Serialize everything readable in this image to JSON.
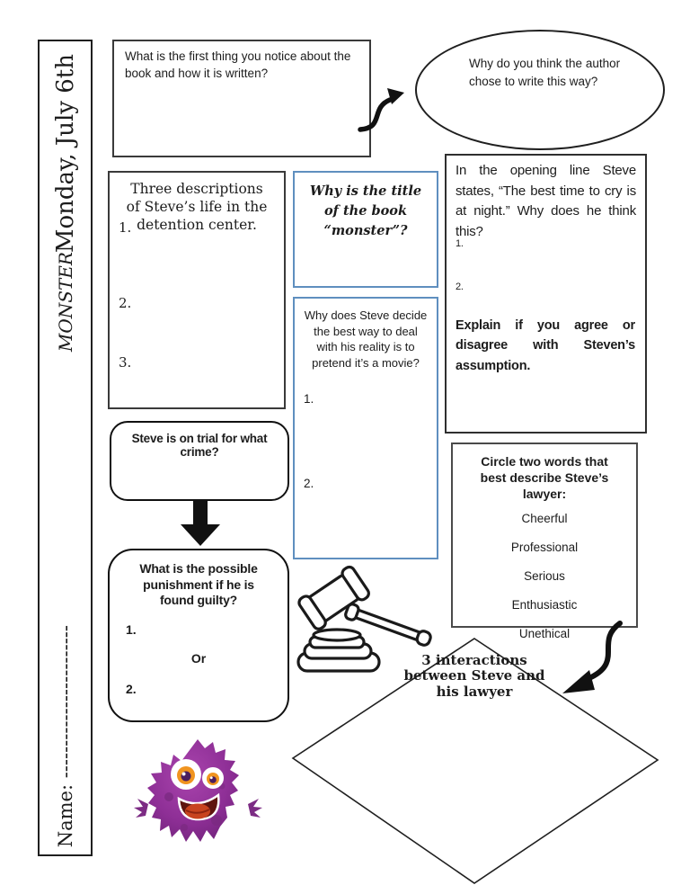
{
  "sidebar": {
    "date": "Monday, July 6th",
    "book_title": "MONSTER",
    "name_label": "Name: ------------------------"
  },
  "boxes": {
    "first_notice": {
      "text": "What is the first thing you notice about the book and how it is written?"
    },
    "author_way": {
      "text": "Why do you think the author chose to write this way?"
    },
    "detention": {
      "title": "Three descriptions of Steve’s life in the detention center.",
      "items": [
        "1.",
        "2.",
        "3."
      ]
    },
    "title_monster": {
      "text": "Why is the title of the book “monster”?"
    },
    "movie": {
      "title": "Why does Steve decide the best way to deal with his reality is to pretend it’s a movie?",
      "items": [
        "1.",
        "2."
      ]
    },
    "opening_line": {
      "question": "In the opening line Steve states, “The best time to cry is at night.” Why does he think this?",
      "items": [
        "1.",
        "2."
      ],
      "followup": "Explain if you agree or disagree with Steven’s assumption."
    },
    "trial": {
      "text": "Steve is on trial for what crime?"
    },
    "punishment": {
      "title": "What is the possible punishment if he is found guilty?",
      "item1": "1.",
      "or_label": "Or",
      "item2": "2."
    },
    "lawyer_words": {
      "title": "Circle two words that best describe Steve’s lawyer:",
      "options": [
        "Cheerful",
        "Professional",
        "Serious",
        "Enthusiastic",
        "Unethical"
      ]
    },
    "interactions": {
      "text": "3 interactions between Steve and his lawyer"
    }
  },
  "icons": {
    "curvy_arrow": "s-curve-arrow",
    "down_arrow": "thick-down-arrow",
    "curved_arrow": "hook-arrow",
    "gavel": "gavel-clipart",
    "monster": "purple-monster-mascot"
  },
  "colors": {
    "accent_blue_border": "#5f8fbf",
    "dark_border": "#3a3a3a",
    "black": "#111111",
    "monster_purple": "#8e2f96",
    "monster_purple_dark": "#6f2279",
    "iris_orange": "#f0941f",
    "tongue_red": "#c8441f",
    "mouth_dark": "#5e150f"
  }
}
